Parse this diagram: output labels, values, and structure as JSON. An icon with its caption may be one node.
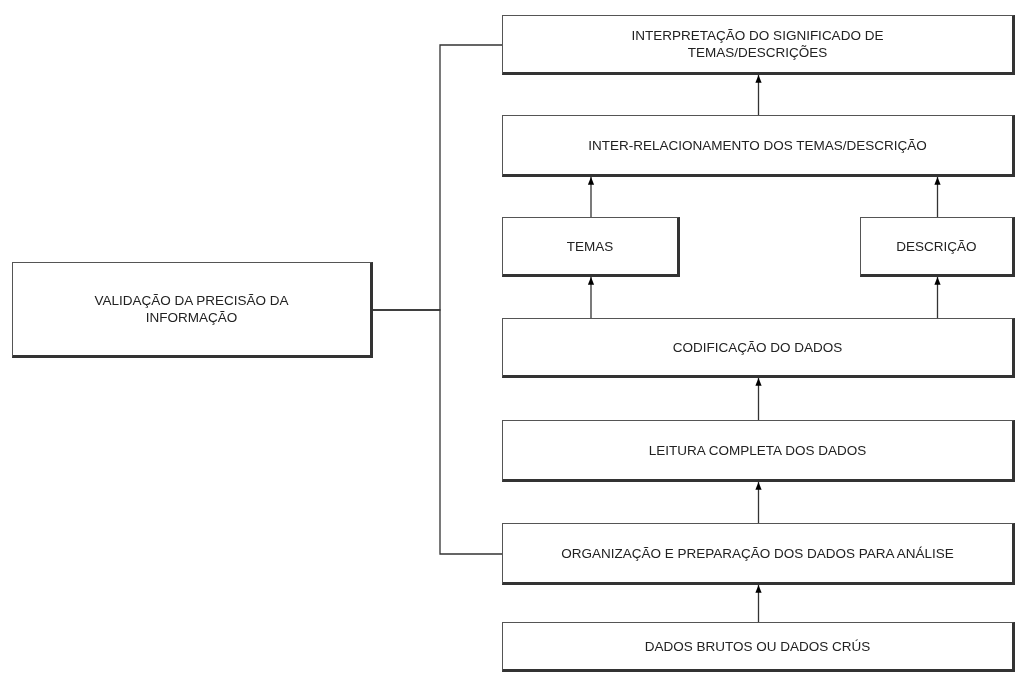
{
  "diagram": {
    "nodes": [
      {
        "text": [
          "INTERPRETAÇÃO DO SIGNIFICADO DE TEMAS/DESCRIÇÕES"
        ]
      },
      {
        "text": [
          "INTER-RELACIONAMENTO DOS TEMAS/DESCRIÇÃO"
        ]
      },
      {
        "text": [
          "TEMAS"
        ]
      },
      {
        "text": [
          "DESCRIÇÃO"
        ]
      },
      {
        "text": [
          "VALIDAÇÃO DA PRECISÃO DA INFORMAÇÃO"
        ]
      },
      {
        "text": [
          "CODIFICAÇÃO DO DADOS"
        ]
      },
      {
        "text": [
          "LEITURA COMPLETA DOS DADOS"
        ]
      },
      {
        "text": [
          "ORGANIZAÇÃO E PREPARAÇÃO DOS DADOS PARA ANÁLISE"
        ]
      },
      {
        "text": [
          "DADOS BRUTOS OU DADOS CRÚS"
        ]
      }
    ],
    "edges": [
      {
        "from": 8,
        "to": 7,
        "arrow": "to"
      },
      {
        "from": 7,
        "to": 6,
        "arrow": "to"
      },
      {
        "from": 6,
        "to": 5,
        "arrow": "to"
      },
      {
        "from": 5,
        "to": 2,
        "arrow": "to"
      },
      {
        "from": 5,
        "to": 3,
        "arrow": "to"
      },
      {
        "from": 2,
        "to": 1,
        "arrow": "to"
      },
      {
        "from": 3,
        "to": 1,
        "arrow": "to"
      },
      {
        "from": 1,
        "to": 0,
        "arrow": "to"
      },
      {
        "from": 4,
        "to": 0,
        "arrow": "none"
      },
      {
        "from": 4,
        "to": 7,
        "arrow": "none"
      }
    ]
  }
}
